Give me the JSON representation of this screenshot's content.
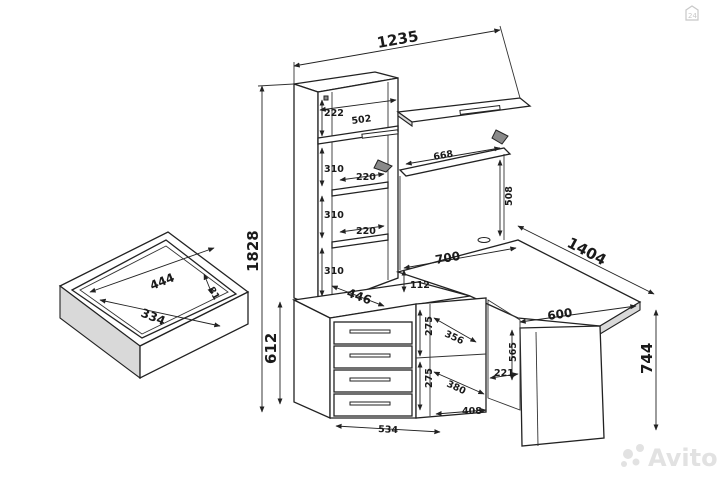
{
  "dimensions": {
    "total_width": "1235",
    "total_height": "1828",
    "desk_side_length": "1404",
    "cabinet_height": "612",
    "desk_height": "744",
    "top_shelf_depth": "222",
    "top_shelf_width": "502",
    "shelf_height_1": "310",
    "shelf_depth_1": "220",
    "shelf_height_2": "310",
    "shelf_depth_2": "220",
    "shelf_height_3": "310",
    "top_depth": "446",
    "middle_shelf_width": "668",
    "upper_panel_height": "508",
    "desk_width": "700",
    "cable_offset": "112",
    "desk_return_width": "600",
    "cabinet_shelf_height_1": "275",
    "cabinet_shelf_depth_1": "356",
    "cabinet_shelf_height_2": "275",
    "cabinet_shelf_depth_2": "380",
    "cabinet_inner_width": "408",
    "cabinet_width": "534",
    "leg_height": "565",
    "leg_depth": "221",
    "drawer_width": "444",
    "drawer_height": "81",
    "drawer_depth": "334"
  },
  "watermark": {
    "text": "Avito",
    "badge": "24"
  }
}
